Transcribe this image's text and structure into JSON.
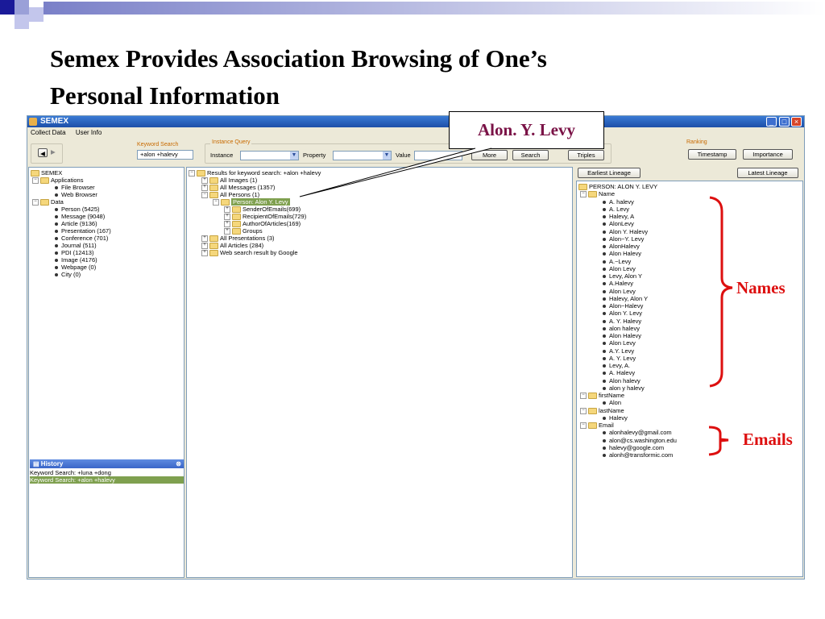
{
  "slide": {
    "title_line1": "Semex Provides Association Browsing of One’s",
    "title_line2": "Personal Information",
    "callout": "Alon. Y. Levy",
    "annotation_names": "Names",
    "annotation_emails": "Emails"
  },
  "app": {
    "title": "SEMEX",
    "menu": [
      "Collect Data",
      "User Info"
    ],
    "keyword_search": {
      "legend": "Keyword Search",
      "value": "+alon +halevy"
    },
    "instance_query": {
      "legend": "Instance Query",
      "instance_label": "Instance",
      "property_label": "Property",
      "value_label": "Value",
      "more_label": "More",
      "search_label": "Search",
      "triples_label": "Triples"
    },
    "ranking": {
      "legend": "Ranking",
      "timestamp_label": "Timestamp",
      "importance_label": "Importance"
    },
    "left_tree": {
      "root": "SEMEX",
      "applications": "Applications",
      "apps": [
        "File Browser",
        "Web Browser"
      ],
      "data": "Data",
      "data_items": [
        "Person (5425)",
        "Message (9048)",
        "Article (9136)",
        "Presentation (167)",
        "Conference (701)",
        "Journal (511)",
        "PDI (12413)",
        "Image (4176)",
        "Webpage (0)",
        "City (0)"
      ]
    },
    "history": {
      "title": "History",
      "items": [
        "Keyword Search: +luna +dong",
        "Keyword Search: +alon +halevy"
      ]
    },
    "results_tree": {
      "root": "Results for keyword search: +alon +halevy",
      "images": "All Images (1)",
      "messages": "All Messages (1357)",
      "persons": "All Persons (1)",
      "person": "Person: Alon Y. Levy",
      "person_children": [
        "SenderOfEmails(699)",
        "RecipientOfEmails(729)",
        "AuthorOfArticles(169)",
        "Groups"
      ],
      "presentations": "All Presentations (3)",
      "articles": "All Articles (284)",
      "websearch": "Web search result by Google"
    },
    "detail": {
      "earliest_label": "Earliest Lineage",
      "latest_label": "Latest Lineage",
      "header": "PERSON: ALON Y. LEVY",
      "name_label": "Name",
      "names": [
        "A. halevy",
        "A. Levy",
        "Halevy, A",
        "AlonLevy",
        "Alon Y. Halevy",
        "Alon~Y. Levy",
        "AlonHalevy",
        "Alon  Halevy",
        "A.~Levy",
        "Alon   Levy",
        "Levy, Alon Y",
        "A.Halevy",
        "Alon Levy",
        "Halevy, Alon Y",
        "Alon~Halevy",
        "Alon Y. Levy",
        "A. Y. Halevy",
        "alon halevy",
        "Alon Halevy",
        "Alon  Levy",
        "A.Y. Levy",
        "A. Y. Levy",
        "Levy, A.",
        "A. Halevy",
        "Alon halevy",
        "alon y halevy"
      ],
      "firstname_label": "firstName",
      "firstname": "Alon",
      "lastname_label": "lastName",
      "lastname": "Halevy",
      "email_label": "Email",
      "emails": [
        "alonhalevy@gmail.com",
        "alon@cs.washington.edu",
        "halevy@google.com",
        "alonh@transformic.com"
      ]
    }
  },
  "colors": {
    "annotation": "#dd0f0f",
    "callout_text": "#7a1246",
    "titlebar": "#2a5fbf",
    "highlight": "#7fa04f"
  }
}
